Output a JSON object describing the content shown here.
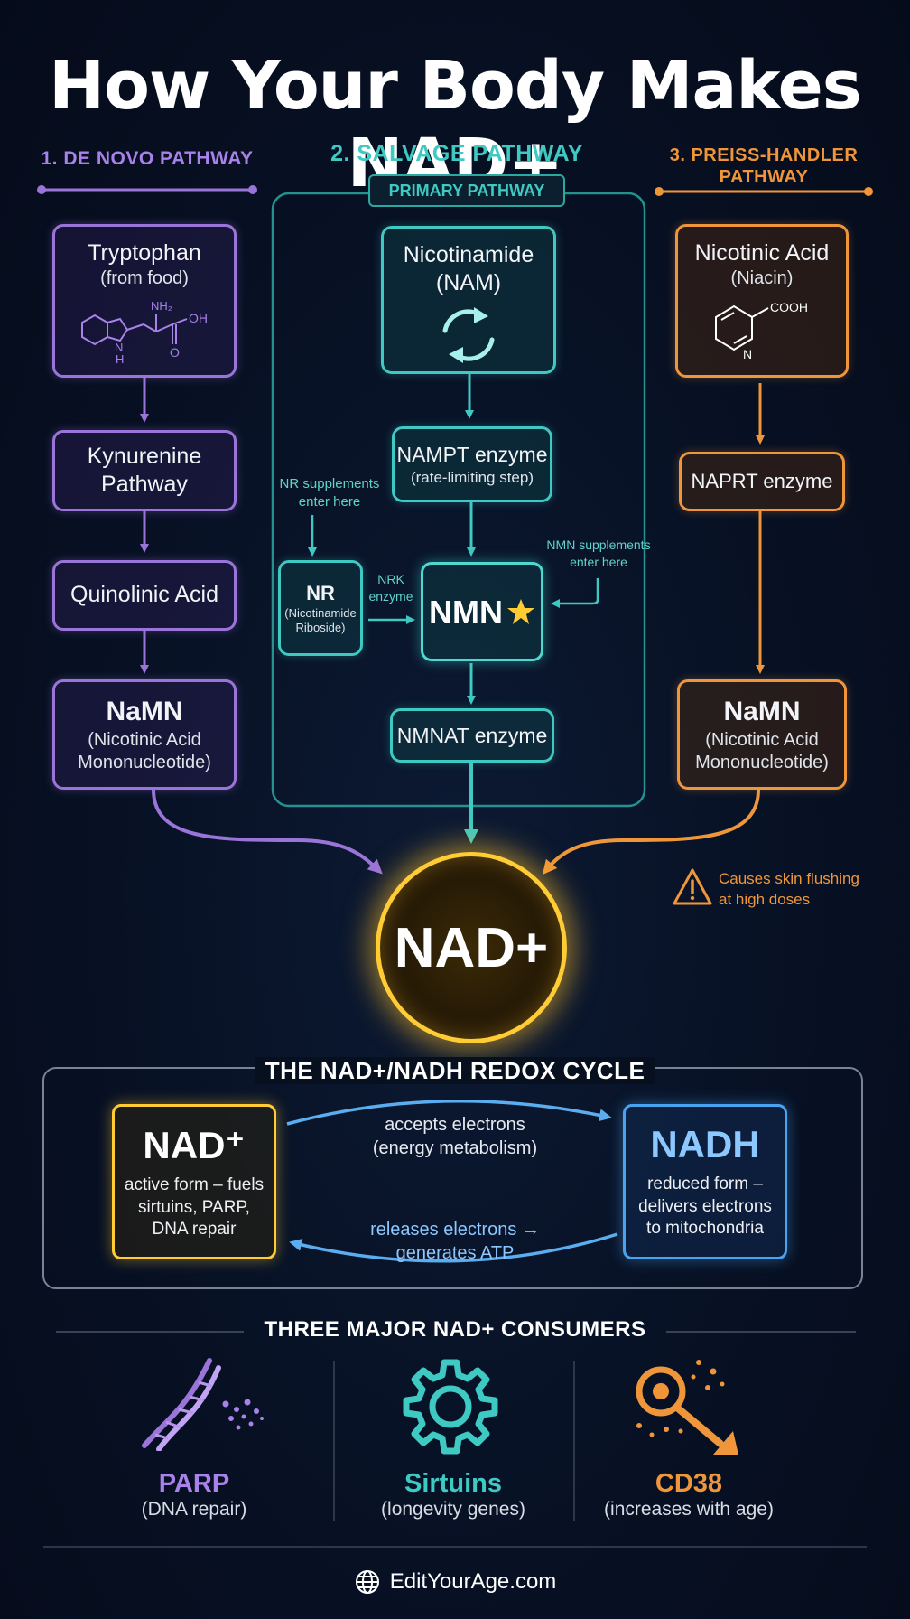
{
  "title": "How Your Body Makes NAD+",
  "colors": {
    "purple": "#9a74d9",
    "teal": "#3ec9c2",
    "orange": "#f0963a",
    "gold": "#ffcc33",
    "blue": "#4aa3f0"
  },
  "de_novo": {
    "header": "1. DE NOVO PATHWAY",
    "tryptophan": {
      "name": "Tryptophan",
      "sub": "(from food)",
      "struct": {
        "nh2": "NH₂",
        "oh": "OH",
        "o": "O",
        "n": "N",
        "h": "H"
      }
    },
    "kynurenine": {
      "line1": "Kynurenine",
      "line2": "Pathway"
    },
    "quinolinic": "Quinolinic Acid",
    "namn": {
      "name": "NaMN",
      "line1": "(Nicotinic Acid",
      "line2": "Mononucleotide)"
    }
  },
  "salvage": {
    "header": "2. SALVAGE PATHWAY",
    "badge": "PRIMARY PATHWAY",
    "nam": {
      "name": "Nicotinamide",
      "sub": "(NAM)",
      "icon": "recycle-arrows-icon"
    },
    "nampt": {
      "name": "NAMPT enzyme",
      "sub": "(rate-limiting step)"
    },
    "nr_note": {
      "line1": "NR supplements",
      "line2": "enter here"
    },
    "nr": {
      "name": "NR",
      "line1": "(Nicotinamide",
      "line2": "Riboside)"
    },
    "nrk": {
      "line1": "NRK",
      "line2": "enzyme"
    },
    "nmn": {
      "name": "NMN",
      "icon": "star-icon"
    },
    "nmn_note": {
      "line1": "NMN supplements",
      "line2": "enter here"
    },
    "nmnat": "NMNAT enzyme"
  },
  "preiss": {
    "header_line1": "3. PREISS-HANDLER",
    "header_line2": "PATHWAY",
    "acid": {
      "name": "Nicotinic Acid",
      "sub": "(Niacin)",
      "struct": {
        "cooh": "COOH",
        "n": "N"
      }
    },
    "naprt": "NAPRT enzyme",
    "namn": {
      "name": "NaMN",
      "line1": "(Nicotinic Acid",
      "line2": "Mononucleotide)"
    },
    "warning": {
      "line1": "Causes skin flushing",
      "line2": "at high doses",
      "icon": "warning-icon"
    }
  },
  "nad_core": "NAD+",
  "redox": {
    "header": "THE NAD+/NADH REDOX CYCLE",
    "nad": {
      "name": "NAD⁺",
      "line1": "active form – fuels",
      "line2": "sirtuins, PARP,",
      "line3": "DNA repair"
    },
    "nadh": {
      "name": "NADH",
      "line1": "reduced form –",
      "line2": "delivers electrons",
      "line3": "to mitochondria"
    },
    "top_arrow": {
      "line1": "accepts electrons",
      "line2": "(energy metabolism)"
    },
    "bottom_arrow": {
      "line1": "releases electrons →",
      "line2": "generates ATP"
    }
  },
  "consumers": {
    "header": "THREE MAJOR NAD+ CONSUMERS",
    "items": [
      {
        "name": "PARP",
        "sub": "(DNA repair)",
        "icon": "dna-icon",
        "color": "#a882ea"
      },
      {
        "name": "Sirtuins",
        "sub": "(longevity genes)",
        "icon": "gear-icon",
        "color": "#3ec9c2"
      },
      {
        "name": "CD38",
        "sub": "(increases with age)",
        "icon": "enzyme-scissor-icon",
        "color": "#f0963a"
      }
    ]
  },
  "footer": {
    "site": "EditYourAge.com",
    "icon": "globe-icon"
  }
}
